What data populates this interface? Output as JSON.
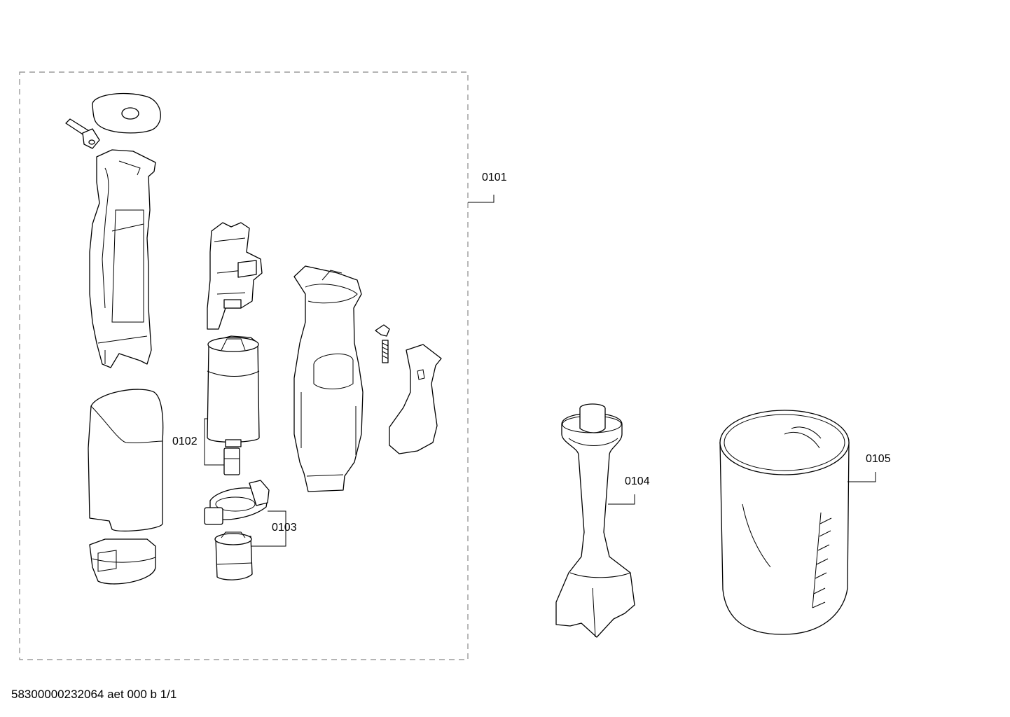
{
  "labels": {
    "group_0101": "0101",
    "part_0102": "0102",
    "part_0103": "0103",
    "part_0104": "0104",
    "part_0105": "0105"
  },
  "footer": {
    "document_code": "58300000232064 aet 000 b 1/1"
  }
}
